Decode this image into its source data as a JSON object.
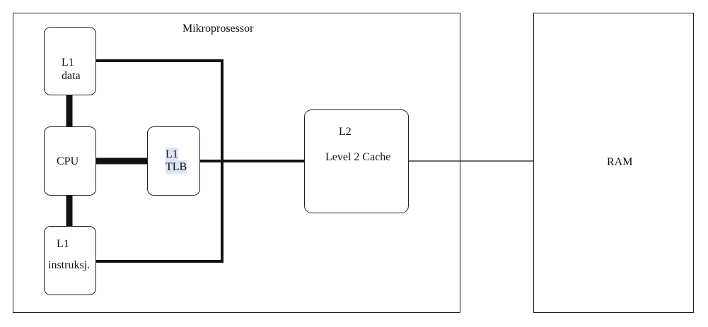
{
  "diagram": {
    "microprocessor": {
      "label": "Mikroprosessor"
    },
    "l1_data": {
      "line1": "L1",
      "line2": "data"
    },
    "cpu": {
      "label": "CPU"
    },
    "l1_instr": {
      "line1": "L1",
      "line2": "instruksj."
    },
    "l1_tlb": {
      "line1": "L1",
      "line2": "TLB"
    },
    "l2": {
      "line1": "L2",
      "line2": "Level 2 Cache"
    },
    "ram": {
      "label": "RAM"
    }
  },
  "colors": {
    "stroke": "#111111",
    "highlight": "#dce4f5",
    "background": "#ffffff"
  }
}
